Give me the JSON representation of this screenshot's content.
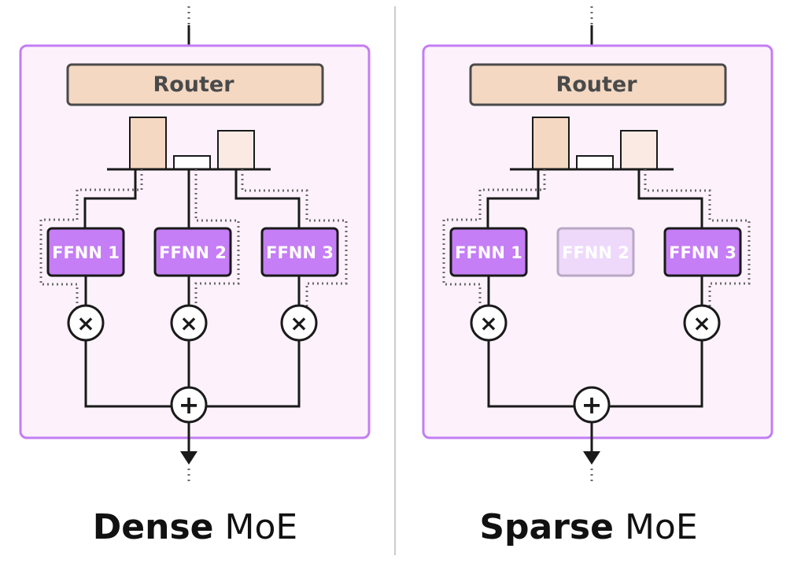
{
  "panels": [
    {
      "router_label": "Router",
      "experts": [
        {
          "label": "FFNN 1",
          "active": true
        },
        {
          "label": "FFNN 2",
          "active": true
        },
        {
          "label": "FFNN 3",
          "active": true
        }
      ],
      "router_weights": [
        1.0,
        0.25,
        0.75
      ],
      "multiply_symbol": "×",
      "sum_symbol": "+",
      "caption_bold": "Dense",
      "caption_regular": "MoE"
    },
    {
      "router_label": "Router",
      "experts": [
        {
          "label": "FFNN 1",
          "active": true
        },
        {
          "label": "FFNN 2",
          "active": false
        },
        {
          "label": "FFNN 3",
          "active": true
        }
      ],
      "router_weights": [
        1.0,
        0.25,
        0.75
      ],
      "multiply_symbol": "×",
      "sum_symbol": "+",
      "caption_bold": "Sparse",
      "caption_regular": "MoE"
    }
  ],
  "colors": {
    "panel_fill": "#fdf2fc",
    "panel_border": "#c27ef2",
    "router_fill": "#f4d8c2",
    "router_border": "#4a4a4a",
    "bar_high": "#f4d8c2",
    "bar_mid": "#fbeae4",
    "bar_low": "#ffffff",
    "expert_fill": "#c57ef5",
    "expert_inactive_fill": "#eed9fb",
    "line": "#1a1a1a",
    "dotted": "#6a6a6a",
    "divider": "#cccccc"
  }
}
